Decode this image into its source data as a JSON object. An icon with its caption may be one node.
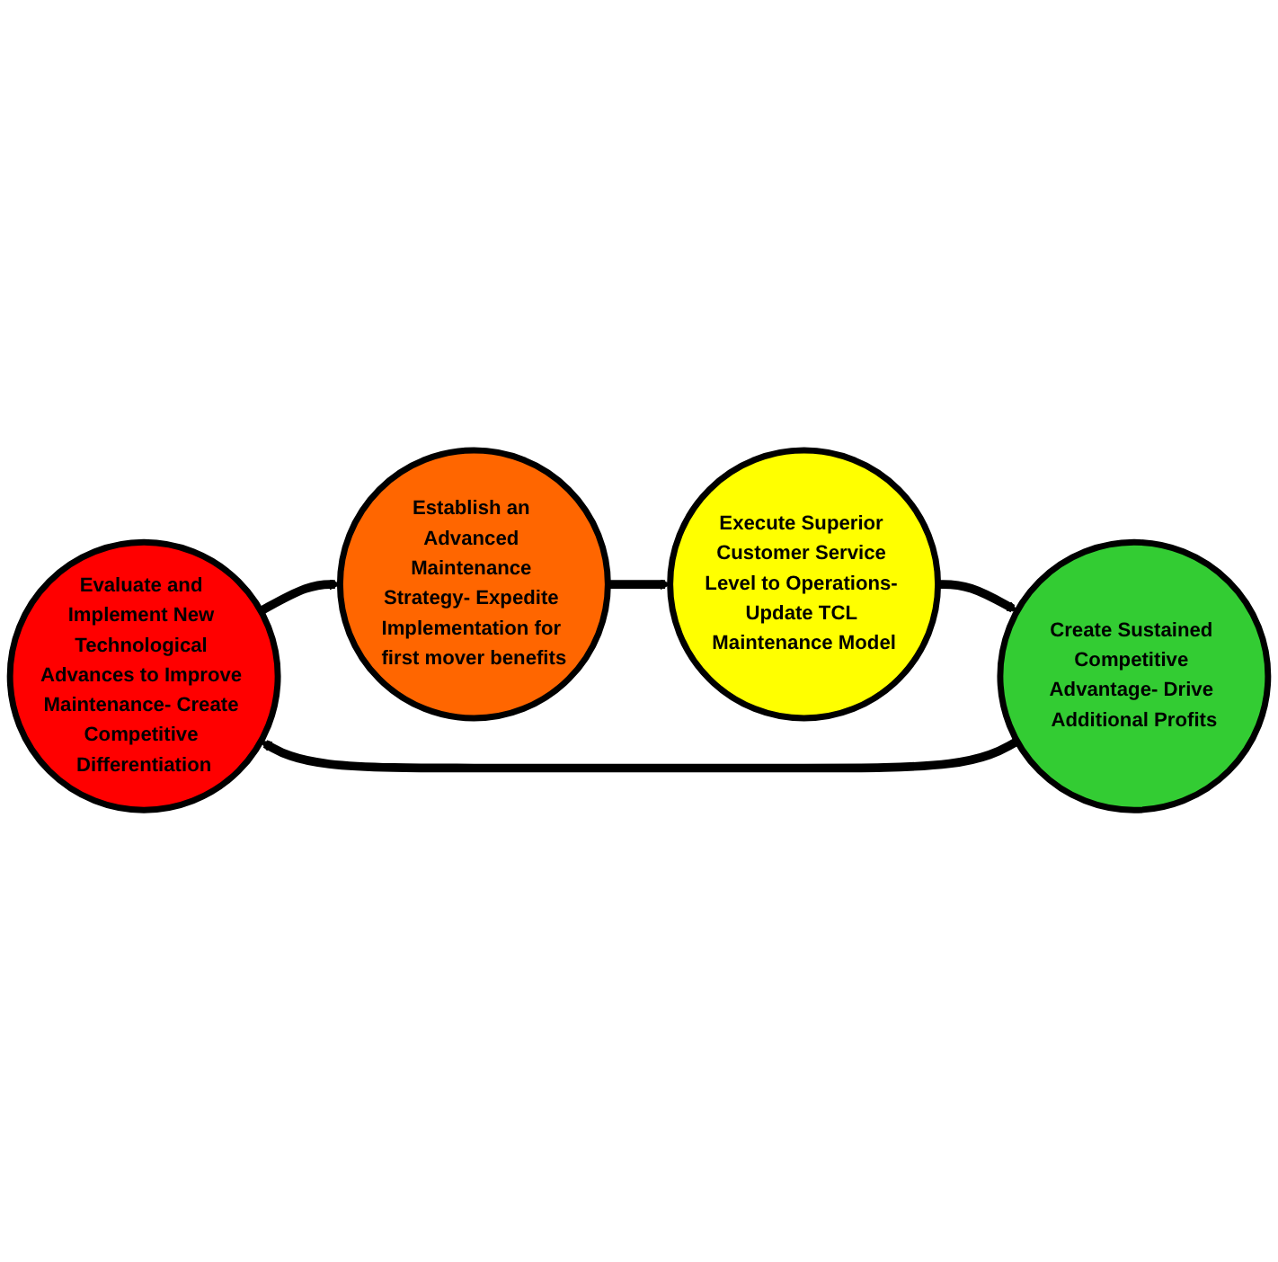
{
  "diagram": {
    "nodes": [
      {
        "text": [
          "Evaluate and Implement New Technological Advances to Improve Maintenance- Create Competitive Differentiation"
        ]
      },
      {
        "text": [
          "Establish an Advanced Maintenance Strategy- Expedite Implementation for first mover benefits"
        ]
      },
      {
        "text": [
          "Execute Superior Customer Service Level to Operations- Update TCL Maintenance Model"
        ]
      },
      {
        "text": [
          "Create Sustained Competitive Advantage- Drive Additional Profits"
        ]
      }
    ],
    "edges": [
      {
        "from": 0,
        "to": 1,
        "arrow": "to"
      },
      {
        "from": 1,
        "to": 2,
        "arrow": "to"
      },
      {
        "from": 2,
        "to": 3,
        "arrow": "to"
      },
      {
        "from": 3,
        "to": 0,
        "arrow": "to"
      }
    ]
  }
}
